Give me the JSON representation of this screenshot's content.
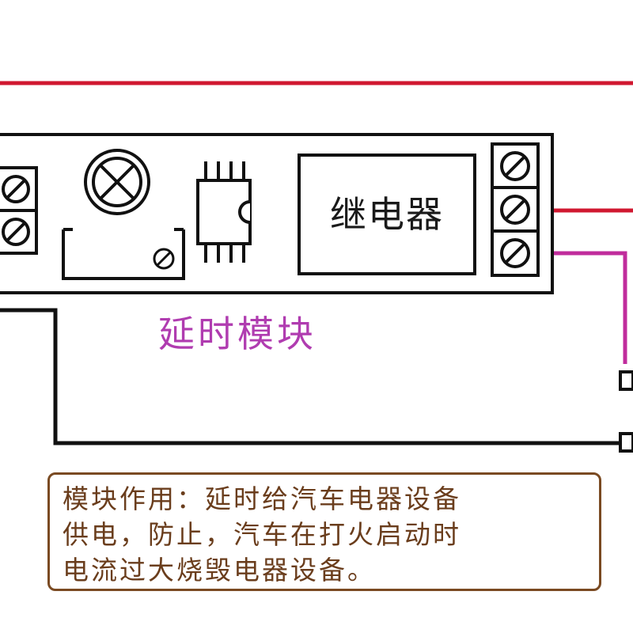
{
  "colors": {
    "red_wire": "#d01830",
    "magenta_wire": "#c02c9c",
    "black_wire": "#111111",
    "module_label": "#b03cb0",
    "note_border": "#7a4a22",
    "note_text": "#6a3d1c"
  },
  "relay": {
    "label": "继电器"
  },
  "module": {
    "label": "延时模块"
  },
  "note": {
    "lines": [
      "模块作用：延时给汽车电器设备",
      "供电，防止，汽车在打火启动时",
      "电流过大烧毁电器设备。"
    ]
  }
}
